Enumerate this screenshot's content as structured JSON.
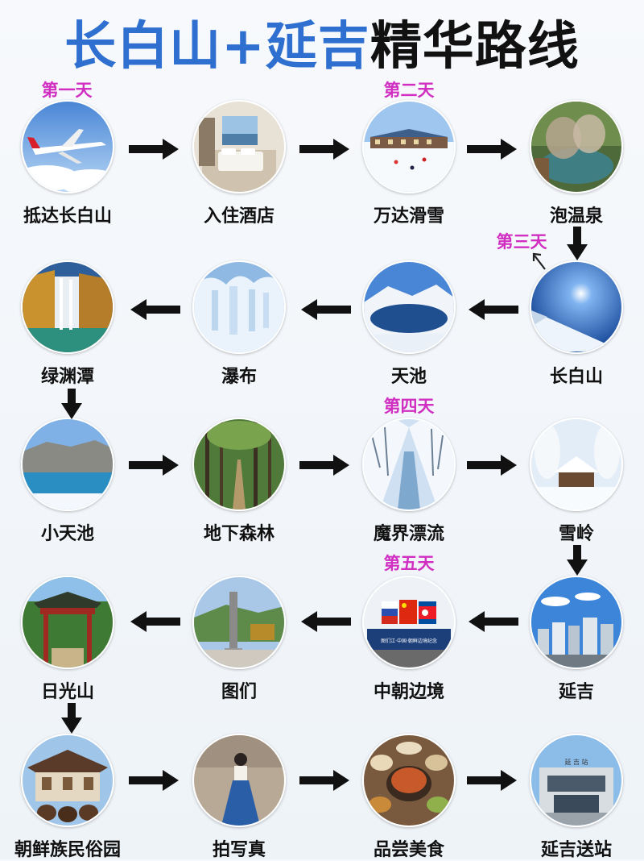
{
  "title": {
    "part1": "长白山+延吉",
    "part2": "精华路线"
  },
  "days": [
    "第一天",
    "第二天",
    "第三天",
    "第四天",
    "第五天"
  ],
  "stops": [
    {
      "label": "抵达长白山",
      "icon": "airplane-icon"
    },
    {
      "label": "入住酒店",
      "icon": "hotel-room-icon"
    },
    {
      "label": "万达滑雪",
      "icon": "ski-resort-icon"
    },
    {
      "label": "泡温泉",
      "icon": "hot-spring-icon"
    },
    {
      "label": "绿渊潭",
      "icon": "waterfall-valley-icon"
    },
    {
      "label": "瀑布",
      "icon": "frozen-waterfall-icon"
    },
    {
      "label": "天池",
      "icon": "crater-lake-icon"
    },
    {
      "label": "长白山",
      "icon": "snow-mountain-icon"
    },
    {
      "label": "小天池",
      "icon": "small-lake-icon"
    },
    {
      "label": "地下森林",
      "icon": "forest-icon"
    },
    {
      "label": "魔界漂流",
      "icon": "snow-forest-river-icon"
    },
    {
      "label": "雪岭",
      "icon": "snow-cabin-icon"
    },
    {
      "label": "日光山",
      "icon": "temple-gate-icon"
    },
    {
      "label": "图们",
      "icon": "monument-icon"
    },
    {
      "label": "中朝边境",
      "icon": "border-flags-icon"
    },
    {
      "label": "延吉",
      "icon": "city-skyline-icon"
    },
    {
      "label": "朝鲜族民俗园",
      "icon": "folk-village-icon"
    },
    {
      "label": "拍写真",
      "icon": "portrait-photo-icon"
    },
    {
      "label": "品尝美食",
      "icon": "food-icon"
    },
    {
      "label": "延吉送站",
      "icon": "train-station-icon"
    }
  ],
  "photo_text": {
    "border_sign": "图们江·中国·朝鲜边境纪念",
    "station_sign": "延 吉 站"
  },
  "colors": {
    "title_blue": "#2f6fcf",
    "day_magenta": "#d02fc2",
    "arrow": "#111111"
  }
}
